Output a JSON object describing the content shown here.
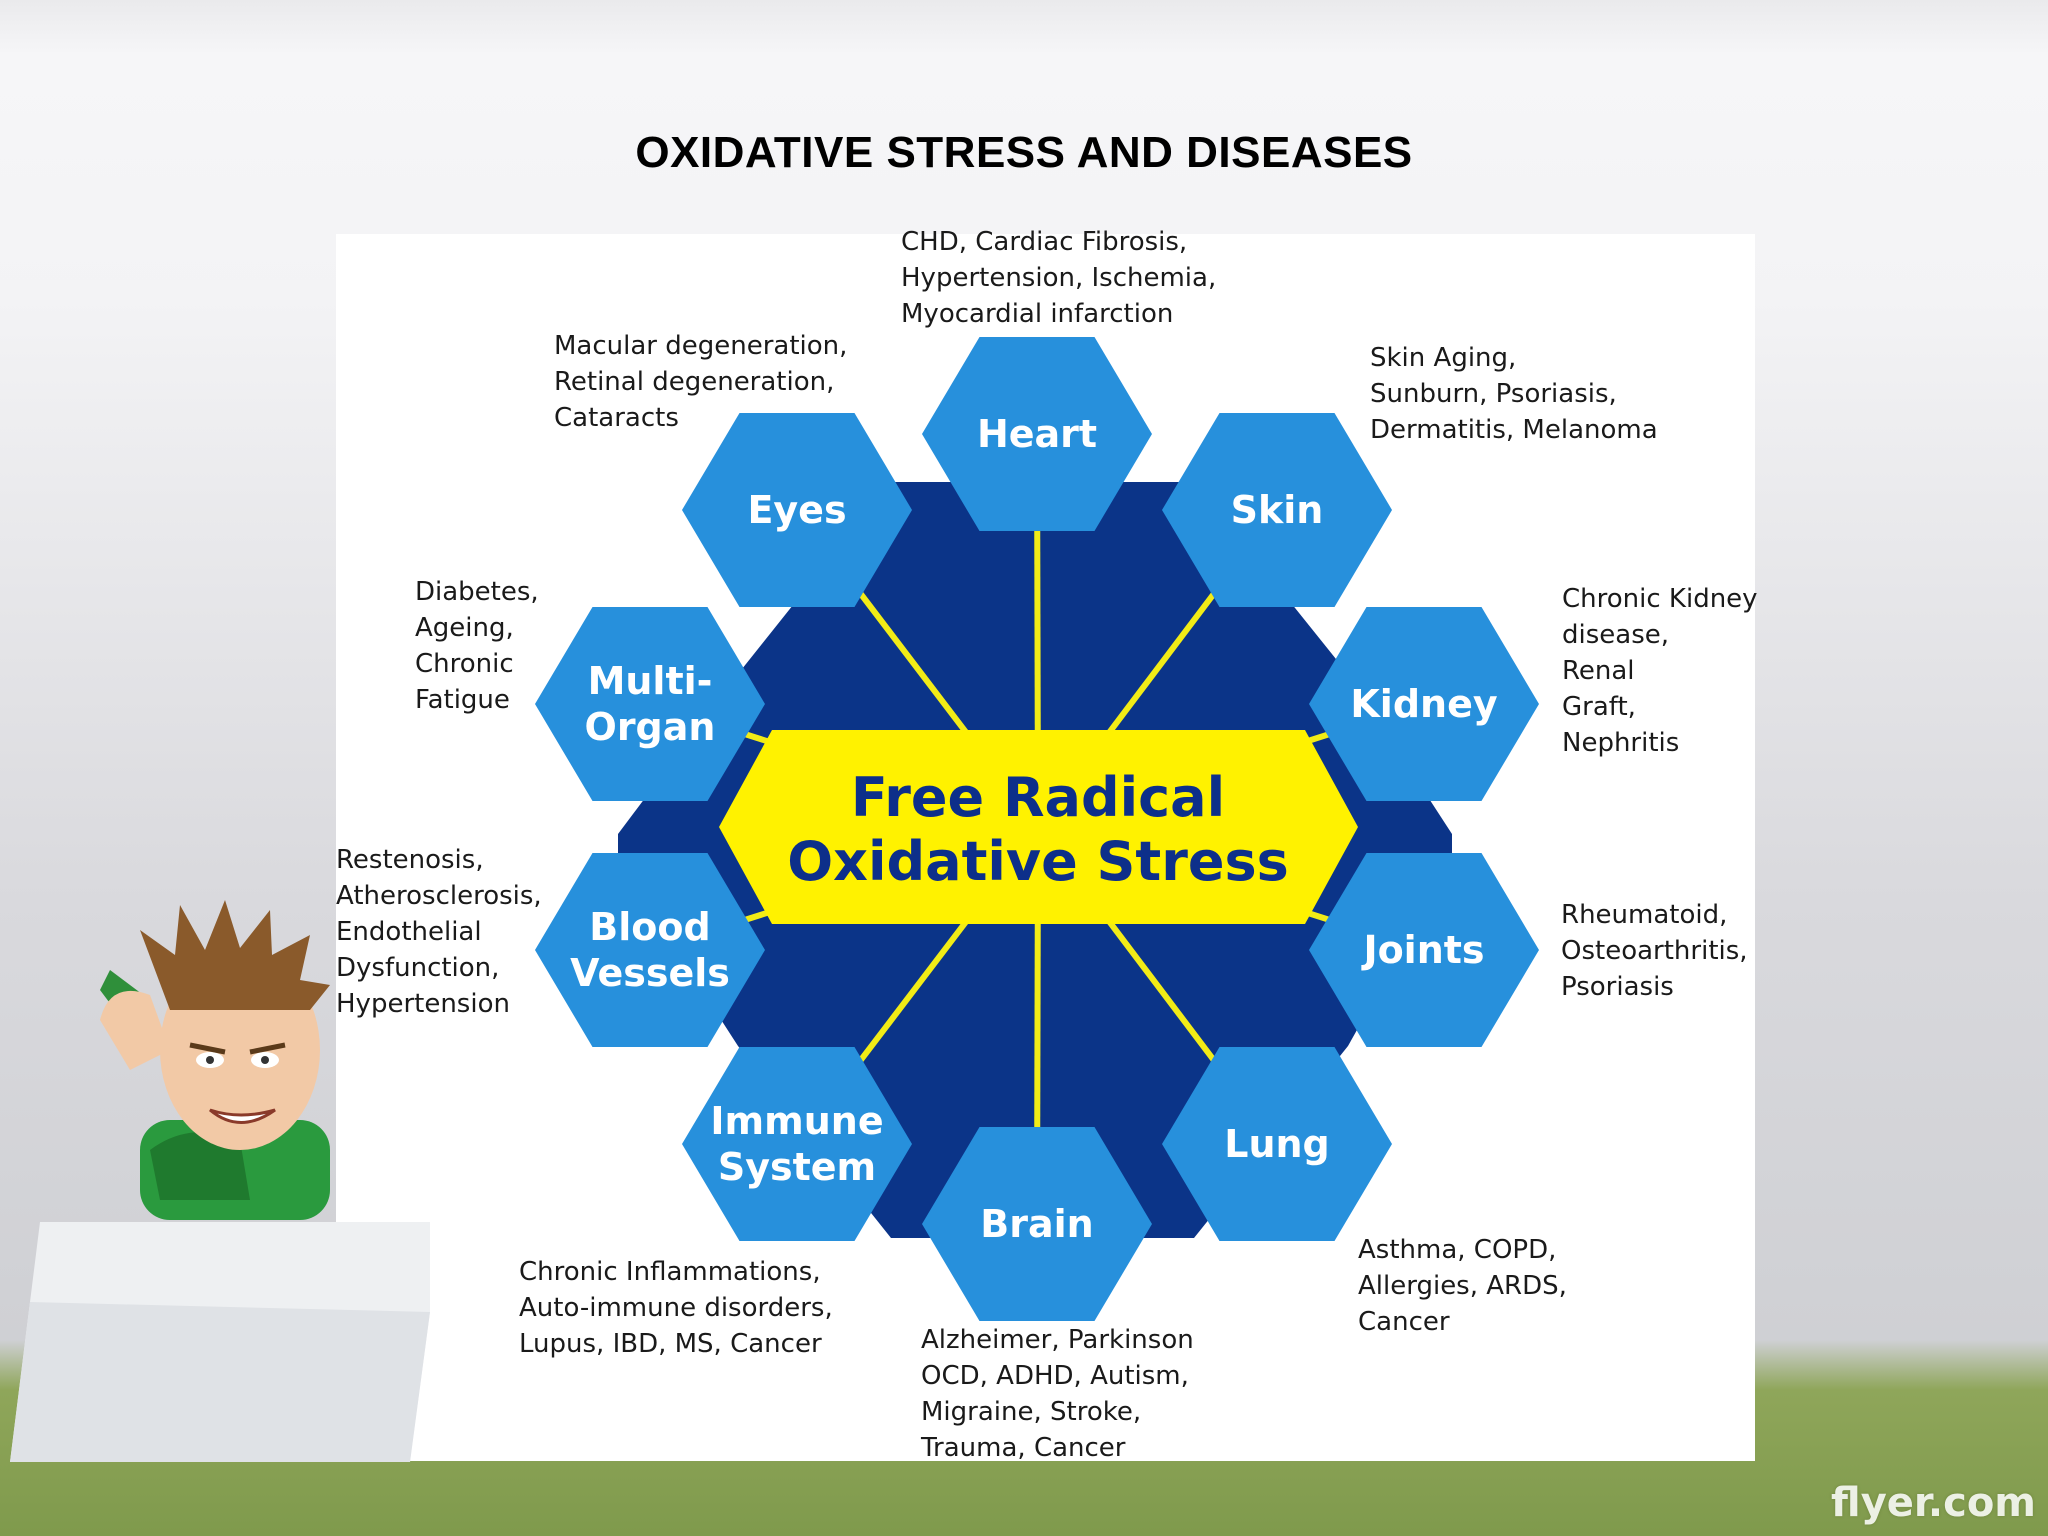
{
  "title": "OXIDATIVE STRESS AND DISEASES",
  "center": {
    "line1": "Free Radical",
    "line2": "Oxidative Stress"
  },
  "organs": [
    {
      "id": "heart",
      "lines": [
        "Heart"
      ],
      "diseases": "CHD, Cardiac Fibrosis,\nHypertension, Ischemia,\nMyocardial infarction"
    },
    {
      "id": "skin",
      "lines": [
        "Skin"
      ],
      "diseases": "Skin Aging,\nSunburn, Psoriasis,\nDermatitis, Melanoma"
    },
    {
      "id": "kidney",
      "lines": [
        "Kidney"
      ],
      "diseases": "Chronic Kidney\ndisease,\nRenal\nGraft,\nNephritis"
    },
    {
      "id": "joints",
      "lines": [
        "Joints"
      ],
      "diseases": "Rheumatoid,\nOsteoarthritis,\nPsoriasis"
    },
    {
      "id": "lung",
      "lines": [
        "Lung"
      ],
      "diseases": "Asthma, COPD,\nAllergies, ARDS,\nCancer"
    },
    {
      "id": "brain",
      "lines": [
        "Brain"
      ],
      "diseases": "Alzheimer, Parkinson\nOCD, ADHD, Autism,\nMigraine, Stroke,\nTrauma, Cancer"
    },
    {
      "id": "immune-system",
      "lines": [
        "Immune",
        "System"
      ],
      "diseases": "Chronic Inflammations,\nAuto-immune disorders,\nLupus, IBD, MS, Cancer"
    },
    {
      "id": "blood-vessels",
      "lines": [
        "Blood",
        "Vessels"
      ],
      "diseases": "Restenosis,\nAtherosclerosis,\nEndothelial\nDysfunction,\nHypertension"
    },
    {
      "id": "multi-organ",
      "lines": [
        "Multi-",
        "Organ"
      ],
      "diseases": "Diabetes,\nAgeing,\nChronic\nFatigue"
    },
    {
      "id": "eyes",
      "lines": [
        "Eyes"
      ],
      "diseases": "Macular degeneration,\nRetinal degeneration,\nCataracts"
    }
  ],
  "watermark": "flyer.com",
  "colors": {
    "hex_fill": "#2790dc",
    "hub_fill": "#0b3488",
    "spoke": "#f2ec16",
    "center_fill": "#fff200",
    "center_text": "#0d2f8a"
  }
}
